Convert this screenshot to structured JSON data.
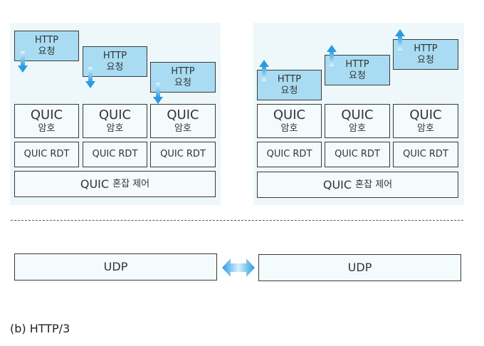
{
  "left_stack": {
    "requests": [
      {
        "line1": "HTTP",
        "line2": "요청",
        "direction": "down"
      },
      {
        "line1": "HTTP",
        "line2": "요청",
        "direction": "down"
      },
      {
        "line1": "HTTP",
        "line2": "요청",
        "direction": "down"
      }
    ],
    "crypto": [
      {
        "line1": "QUIC",
        "line2": "암호"
      },
      {
        "line1": "QUIC",
        "line2": "암호"
      },
      {
        "line1": "QUIC",
        "line2": "암호"
      }
    ],
    "rdt": [
      "QUIC RDT",
      "QUIC RDT",
      "QUIC RDT"
    ],
    "congestion": {
      "main": "QUIC",
      "sub": "혼잡 제어"
    }
  },
  "right_stack": {
    "requests": [
      {
        "line1": "HTTP",
        "line2": "요청",
        "direction": "up"
      },
      {
        "line1": "HTTP",
        "line2": "요청",
        "direction": "up"
      },
      {
        "line1": "HTTP",
        "line2": "요청",
        "direction": "up"
      }
    ],
    "crypto": [
      {
        "line1": "QUIC",
        "line2": "암호"
      },
      {
        "line1": "QUIC",
        "line2": "암호"
      },
      {
        "line1": "QUIC",
        "line2": "암호"
      }
    ],
    "rdt": [
      "QUIC RDT",
      "QUIC RDT",
      "QUIC RDT"
    ],
    "congestion": {
      "main": "QUIC",
      "sub": "혼잡 제어"
    }
  },
  "udp": {
    "left": "UDP",
    "right": "UDP"
  },
  "caption": "(b) HTTP/3",
  "colors": {
    "request_fill": "#a9dcf3",
    "panel_bg": "#eef8fb",
    "arrow": "#2a9be0"
  }
}
